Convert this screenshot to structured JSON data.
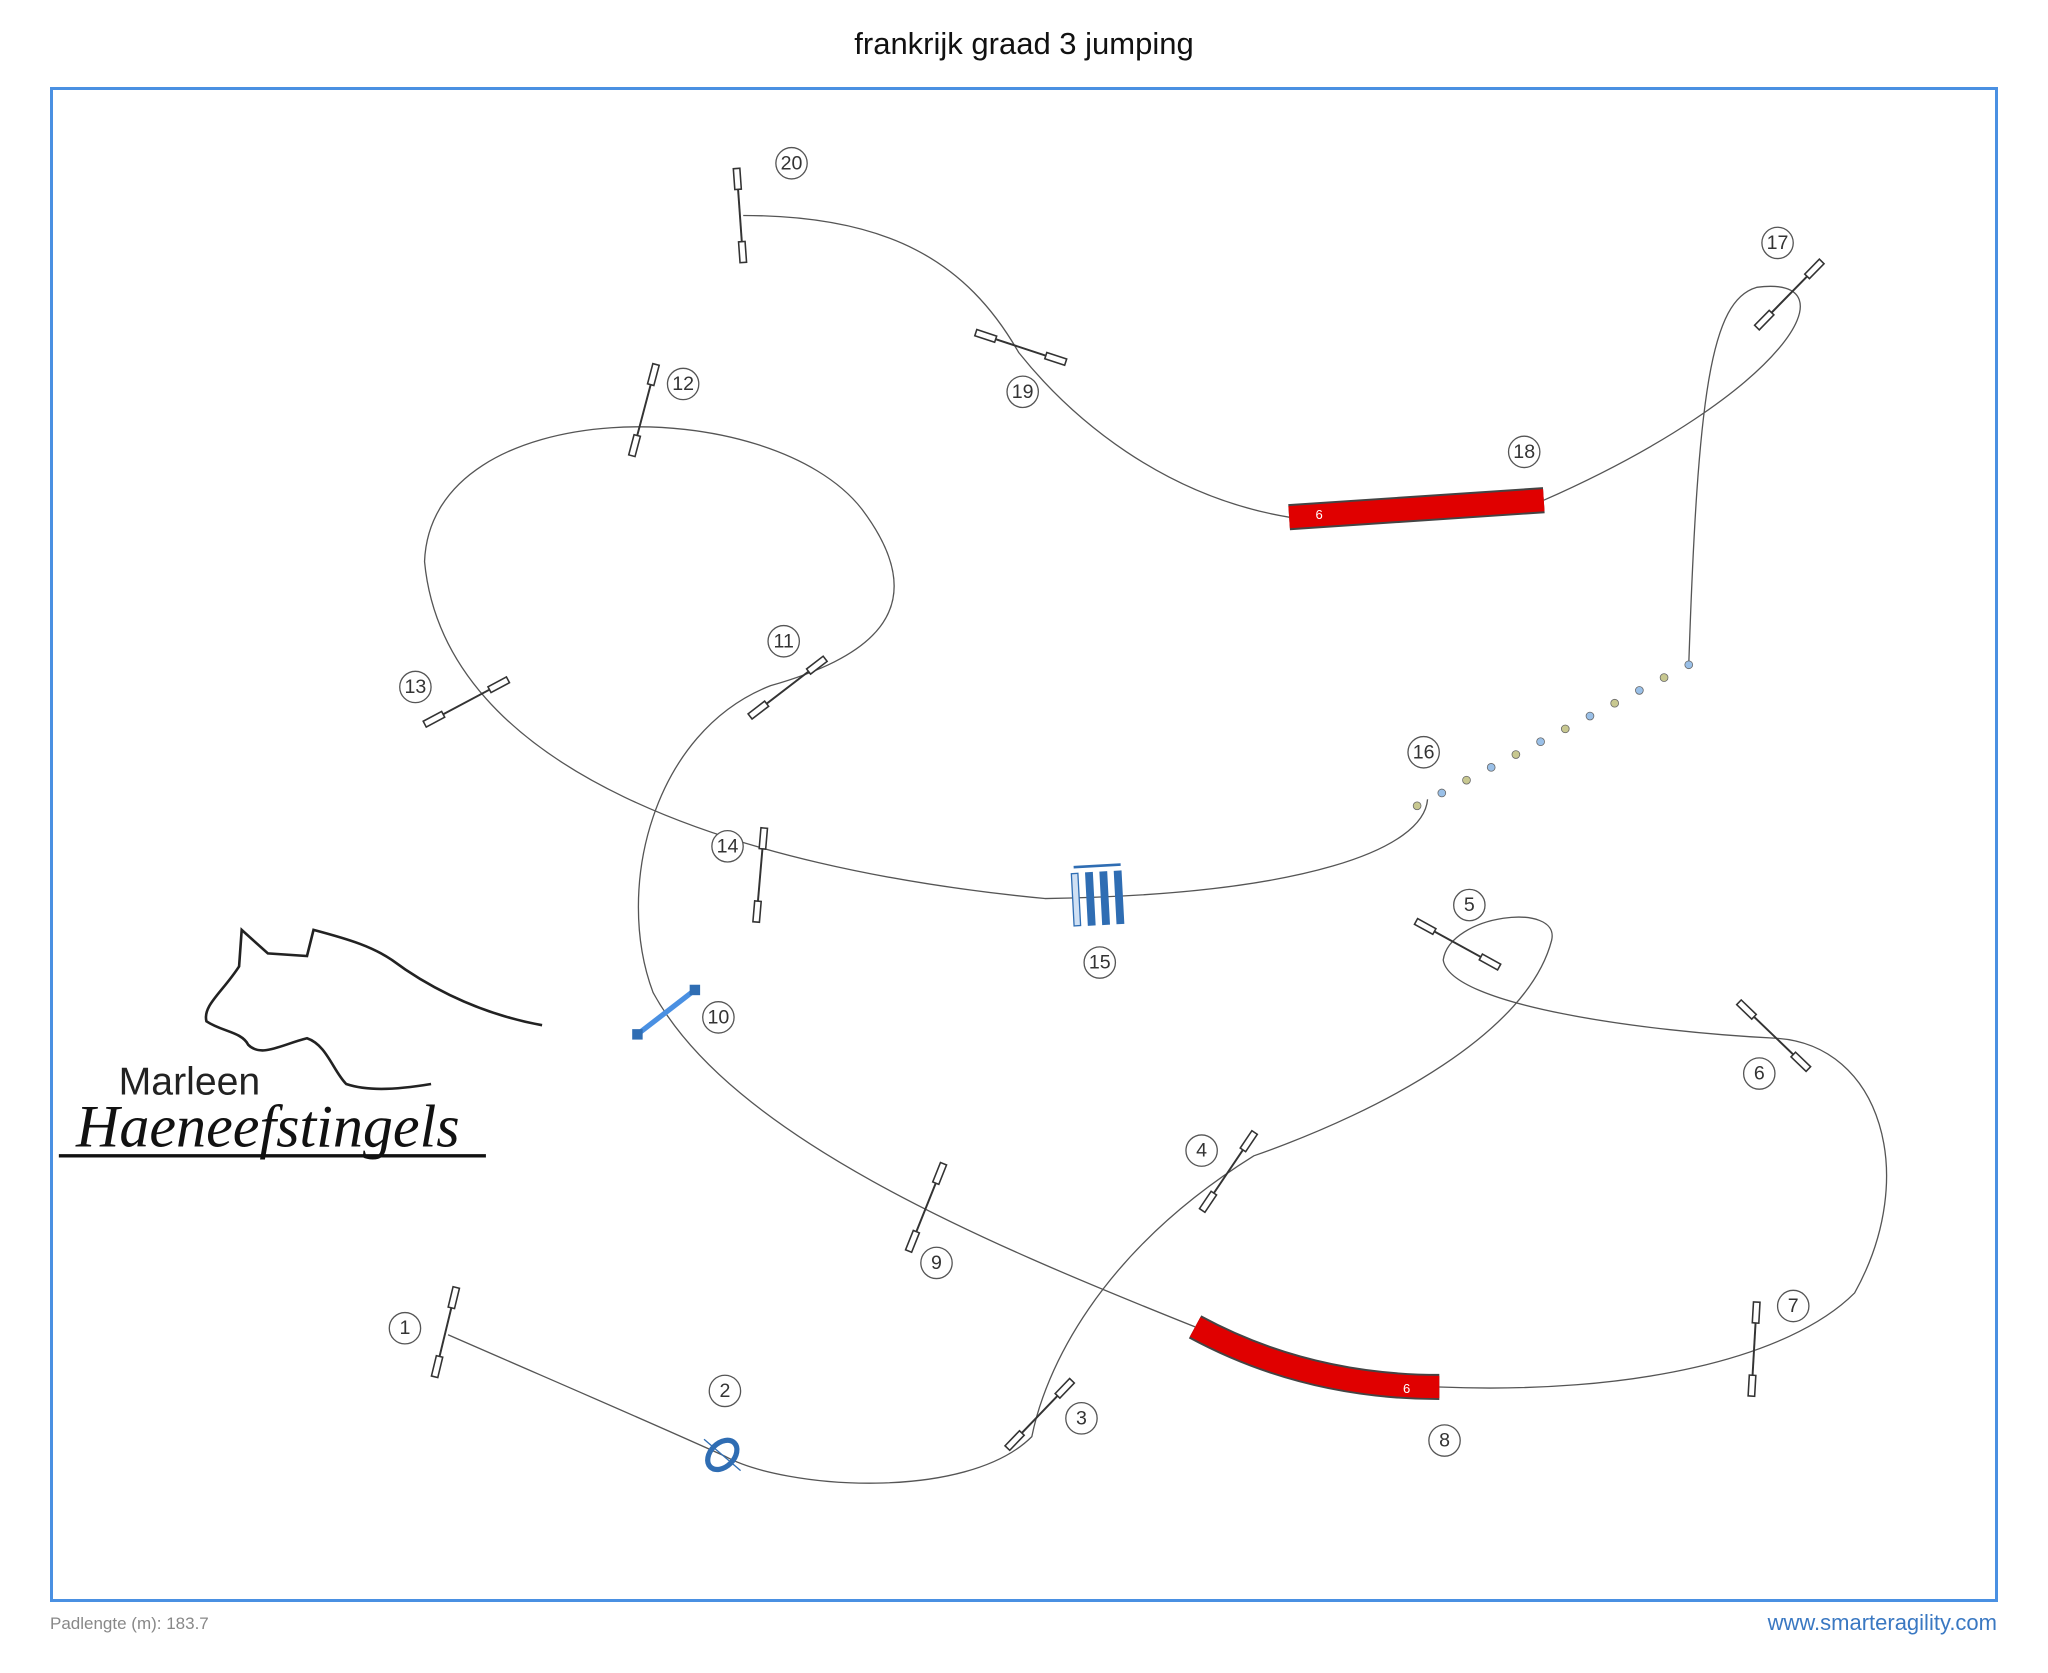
{
  "title": "frankrijk graad 3 jumping",
  "footer": {
    "path_length": "Padlengte (m): 183.7",
    "website": "www.smarteragility.com"
  },
  "logo": {
    "first_name": "Marleen",
    "last_name": "Haeneefstingels"
  },
  "obstacles": [
    {
      "number": "1",
      "type": "jump"
    },
    {
      "number": "2",
      "type": "tire"
    },
    {
      "number": "3",
      "type": "jump"
    },
    {
      "number": "4",
      "type": "jump"
    },
    {
      "number": "5",
      "type": "jump"
    },
    {
      "number": "6",
      "type": "jump"
    },
    {
      "number": "7",
      "type": "jump"
    },
    {
      "number": "8",
      "type": "tunnel",
      "length_label": "6"
    },
    {
      "number": "9",
      "type": "jump"
    },
    {
      "number": "10",
      "type": "wall"
    },
    {
      "number": "11",
      "type": "jump"
    },
    {
      "number": "12",
      "type": "jump"
    },
    {
      "number": "13",
      "type": "jump"
    },
    {
      "number": "14",
      "type": "jump"
    },
    {
      "number": "15",
      "type": "long-jump"
    },
    {
      "number": "16",
      "type": "weave-poles"
    },
    {
      "number": "17",
      "type": "jump"
    },
    {
      "number": "18",
      "type": "tunnel",
      "length_label": "6"
    },
    {
      "number": "19",
      "type": "jump"
    },
    {
      "number": "20",
      "type": "jump"
    }
  ],
  "colors": {
    "border": "#4a90e2",
    "tunnel": "#e00000",
    "blue_equipment": "#2f6db3",
    "path": "#555555"
  }
}
